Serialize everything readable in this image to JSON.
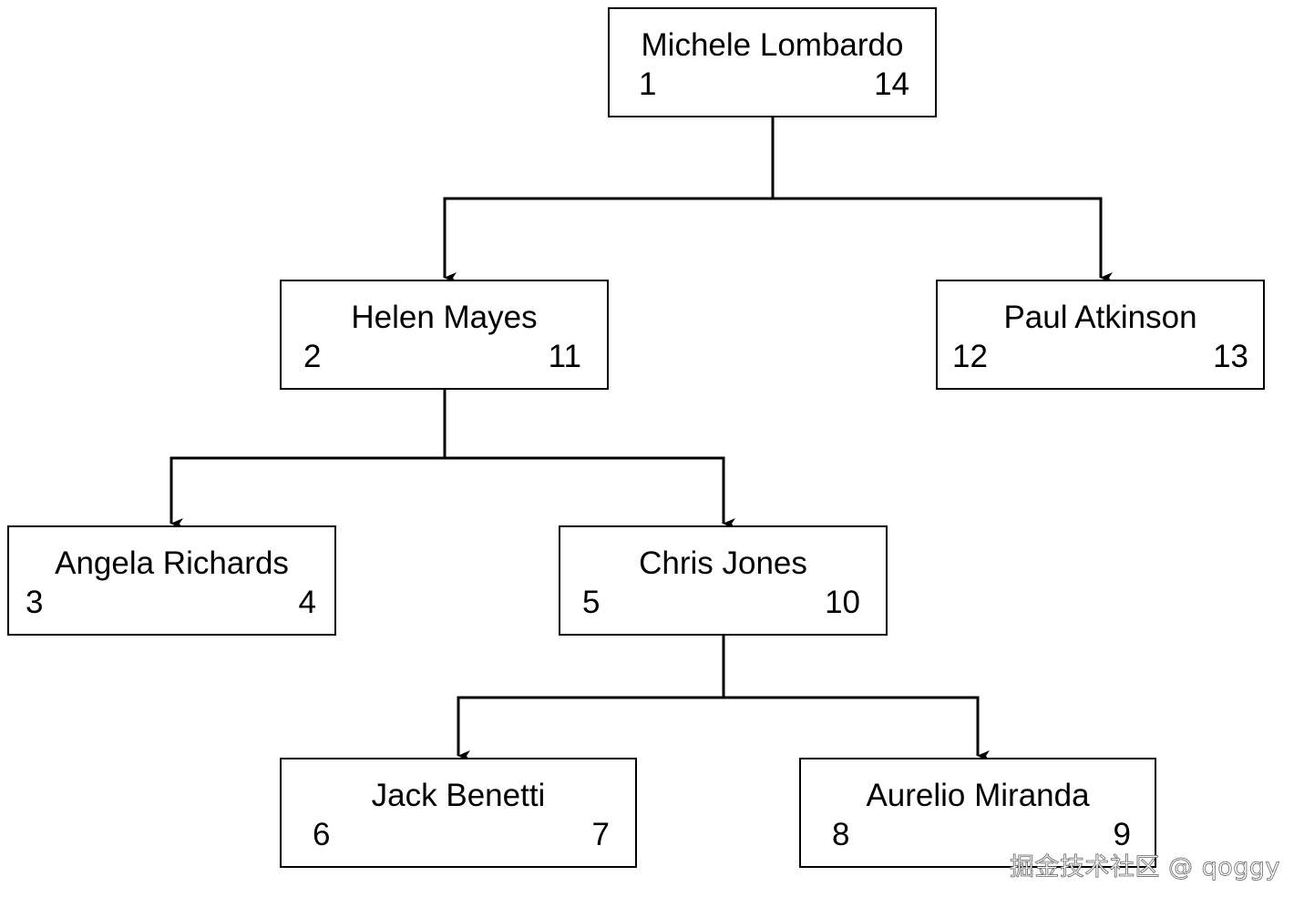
{
  "nodes": {
    "michele": {
      "name": "Michele Lombardo",
      "left": "1",
      "right": "14"
    },
    "helen": {
      "name": "Helen Mayes",
      "left": "2",
      "right": "11"
    },
    "paul": {
      "name": "Paul Atkinson",
      "left": "12",
      "right": "13"
    },
    "angela": {
      "name": "Angela Richards",
      "left": "3",
      "right": "4"
    },
    "chris": {
      "name": "Chris Jones",
      "left": "5",
      "right": "10"
    },
    "jack": {
      "name": "Jack Benetti",
      "left": "6",
      "right": "7"
    },
    "aurelio": {
      "name": "Aurelio Miranda",
      "left": "8",
      "right": "9"
    }
  },
  "edges": [
    {
      "from": "michele",
      "to": "helen"
    },
    {
      "from": "michele",
      "to": "paul"
    },
    {
      "from": "helen",
      "to": "angela"
    },
    {
      "from": "helen",
      "to": "chris"
    },
    {
      "from": "chris",
      "to": "jack"
    },
    {
      "from": "chris",
      "to": "aurelio"
    }
  ],
  "watermark": "掘金技术社区 @ qoggy",
  "colors": {
    "stroke": "#000000",
    "background": "#ffffff"
  }
}
